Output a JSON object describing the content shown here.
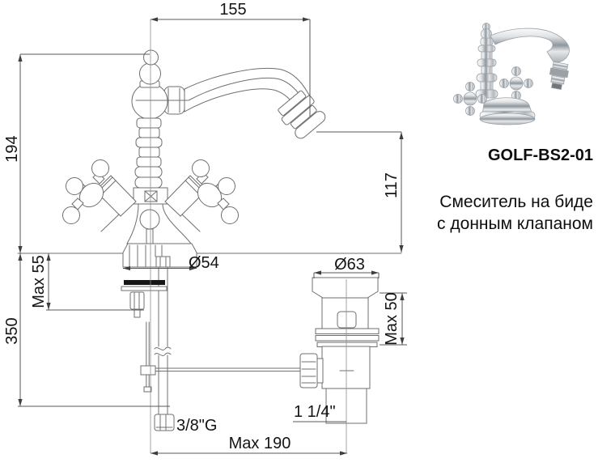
{
  "product": {
    "code": "GOLF-BS2-01",
    "description": [
      "Смеситель на биде",
      "с донным клапаном"
    ]
  },
  "dimensions": {
    "spout_reach": "155",
    "total_height": "194",
    "spout_to_deck": "117",
    "deck_max_thickness": "Max 55",
    "hose_length": "350",
    "base_diameter": "Ø54",
    "waste_flange_diameter": "Ø63",
    "waste_clamp_range": "Max 50",
    "supply_thread": "3/8\"G",
    "waste_thread": "1 1/4\"",
    "max_center_distance": "Max 190"
  },
  "colors": {
    "background": "#ffffff",
    "drawing_line": "#6f6f6f",
    "dimension_line": "#585858",
    "text": "#141414"
  }
}
